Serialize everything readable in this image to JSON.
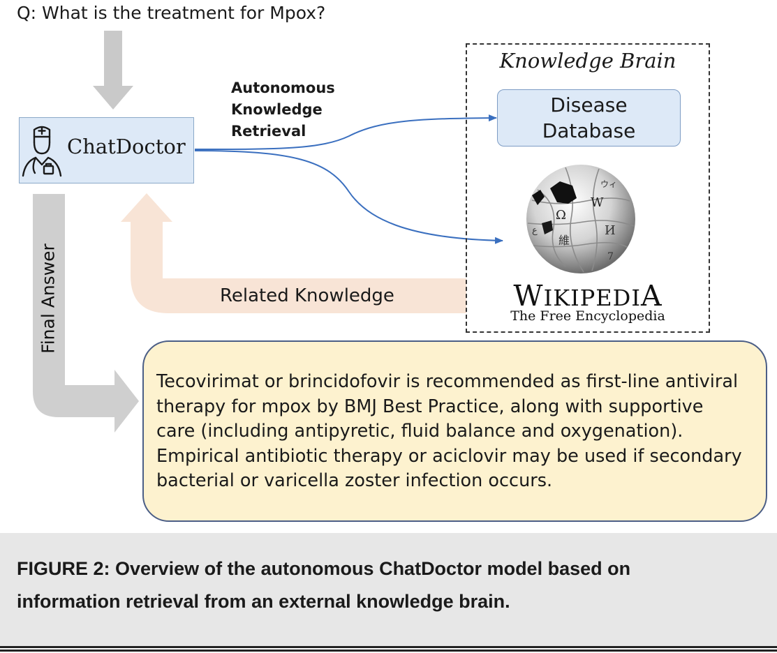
{
  "question": "Q: What is the treatment for Mpox?",
  "chatdoctor": {
    "label": "ChatDoctor",
    "icon": "doctor-icon"
  },
  "retrieval": {
    "line1": "Autonomous",
    "line2": "Knowledge",
    "line3": "Retrieval"
  },
  "knowledge_brain": {
    "title": "Knowledge Brain",
    "disease_db": {
      "line1": "Disease",
      "line2": "Database"
    },
    "wikipedia": {
      "logo": "wikipedia-globe-icon",
      "wordmark": "WIKIPEDIA",
      "tagline": "The Free Encyclopedia"
    }
  },
  "related_knowledge": "Related Knowledge",
  "final_answer": "Final Answer",
  "answer": {
    "line1": "Tecovirimat or brincidofovir is recommended as first-line antiviral",
    "line2": "therapy for mpox by BMJ Best Practice, along with supportive",
    "line3": "care (including antipyretic, fluid balance and oxygenation).",
    "line4": "Empirical antibiotic therapy or aciclovir may be used if secondary",
    "line5": "bacterial or varicella zoster infection occurs."
  },
  "caption": {
    "line1": "FIGURE 2: Overview of the autonomous ChatDoctor model based on",
    "line2": "information retrieval from an external knowledge brain."
  },
  "colors": {
    "box_blue": "#dde9f7",
    "connector_blue": "#3a6fbf",
    "answer_fill": "#fdf2cf",
    "answer_border": "#4b5e86",
    "related_arrow": "#f8e4d6",
    "gray_arrow": "#cfcfcf",
    "caption_bg": "#e7e7e7"
  }
}
